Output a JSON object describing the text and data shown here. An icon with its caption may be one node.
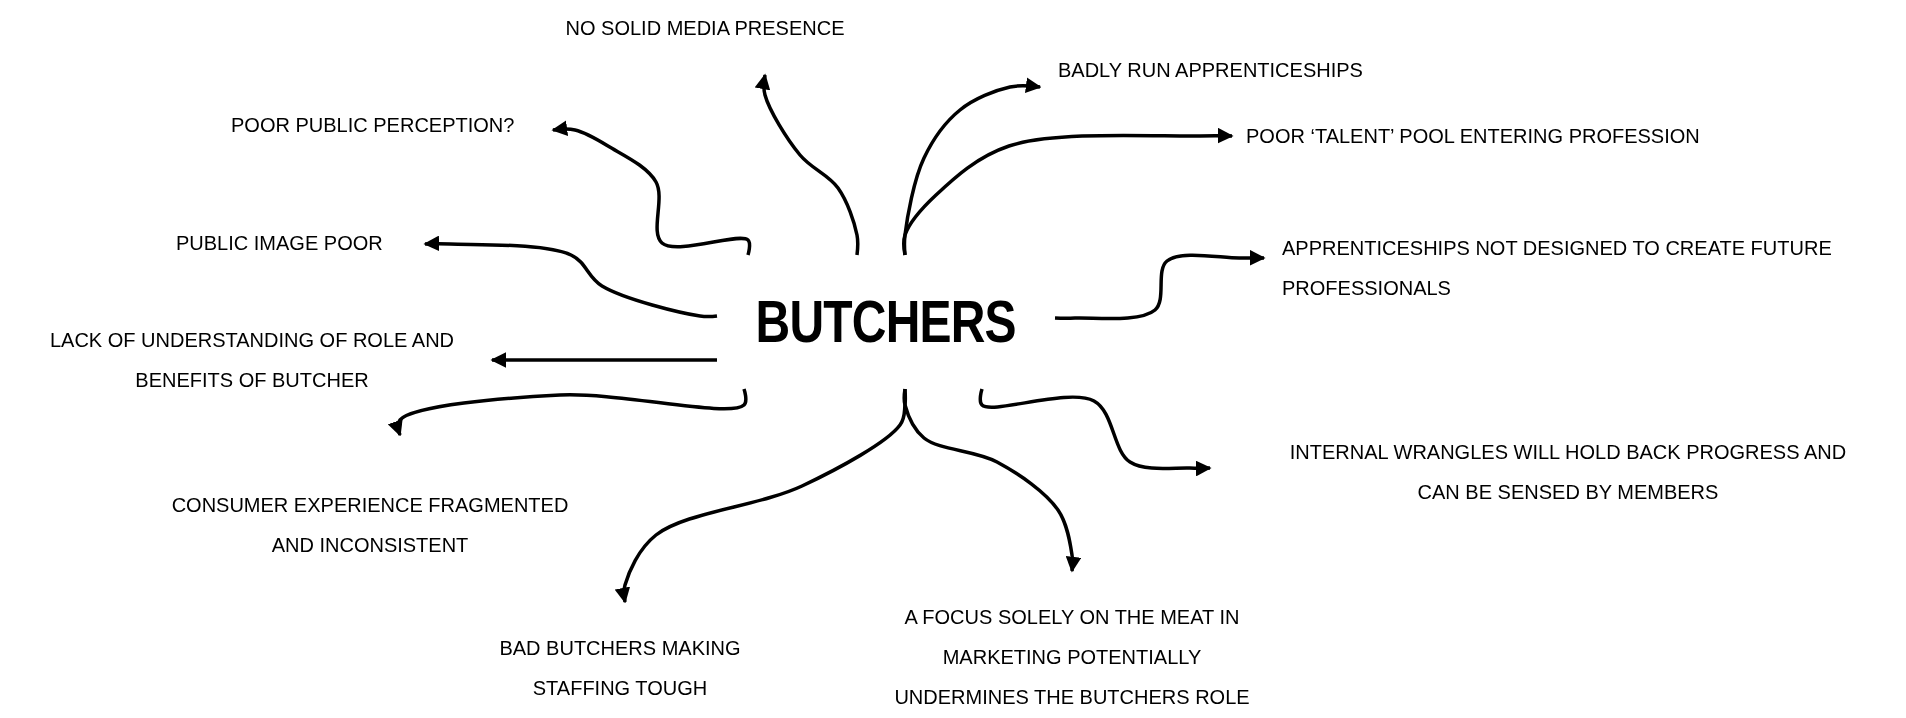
{
  "diagram": {
    "nodes": [
      {
        "text": [
          "BUTCHERS"
        ]
      },
      {
        "text": [
          "NO SOLID MEDIA PRESENCE"
        ]
      },
      {
        "text": [
          "BADLY RUN APPRENTICESHIPS"
        ]
      },
      {
        "text": [
          "POOR PUBLIC PERCEPTION?"
        ]
      },
      {
        "text": [
          "POOR ‘TALENT’ POOL ENTERING PROFESSION"
        ]
      },
      {
        "text": [
          "PUBLIC IMAGE POOR"
        ]
      },
      {
        "text": [
          "APPRENTICESHIPS NOT DESIGNED TO CREATE FUTURE PROFESSIONALS"
        ]
      },
      {
        "text": [
          "LACK OF UNDERSTANDING OF ROLE AND BENEFITS OF BUTCHER"
        ]
      },
      {
        "text": [
          "CONSUMER EXPERIENCE FRAGMENTED AND INCONSISTENT"
        ]
      },
      {
        "text": [
          "INTERNAL WRANGLES WILL HOLD BACK PROGRESS AND CAN BE SENSED BY MEMBERS"
        ]
      },
      {
        "text": [
          "BAD BUTCHERS MAKING STAFFING TOUGH"
        ]
      },
      {
        "text": [
          "A FOCUS SOLELY ON THE MEAT IN MARKETING POTENTIALLY UNDERMINES THE BUTCHERS ROLE"
        ]
      }
    ],
    "edges": [
      {
        "from": 0,
        "to": 1,
        "arrow": "to"
      },
      {
        "from": 0,
        "to": 2,
        "arrow": "to"
      },
      {
        "from": 0,
        "to": 3,
        "arrow": "to"
      },
      {
        "from": 0,
        "to": 4,
        "arrow": "to"
      },
      {
        "from": 0,
        "to": 5,
        "arrow": "to"
      },
      {
        "from": 0,
        "to": 6,
        "arrow": "to"
      },
      {
        "from": 0,
        "to": 7,
        "arrow": "to"
      },
      {
        "from": 0,
        "to": 8,
        "arrow": "to"
      },
      {
        "from": 0,
        "to": 9,
        "arrow": "to"
      },
      {
        "from": 0,
        "to": 10,
        "arrow": "to"
      },
      {
        "from": 0,
        "to": 11,
        "arrow": "to"
      }
    ]
  }
}
